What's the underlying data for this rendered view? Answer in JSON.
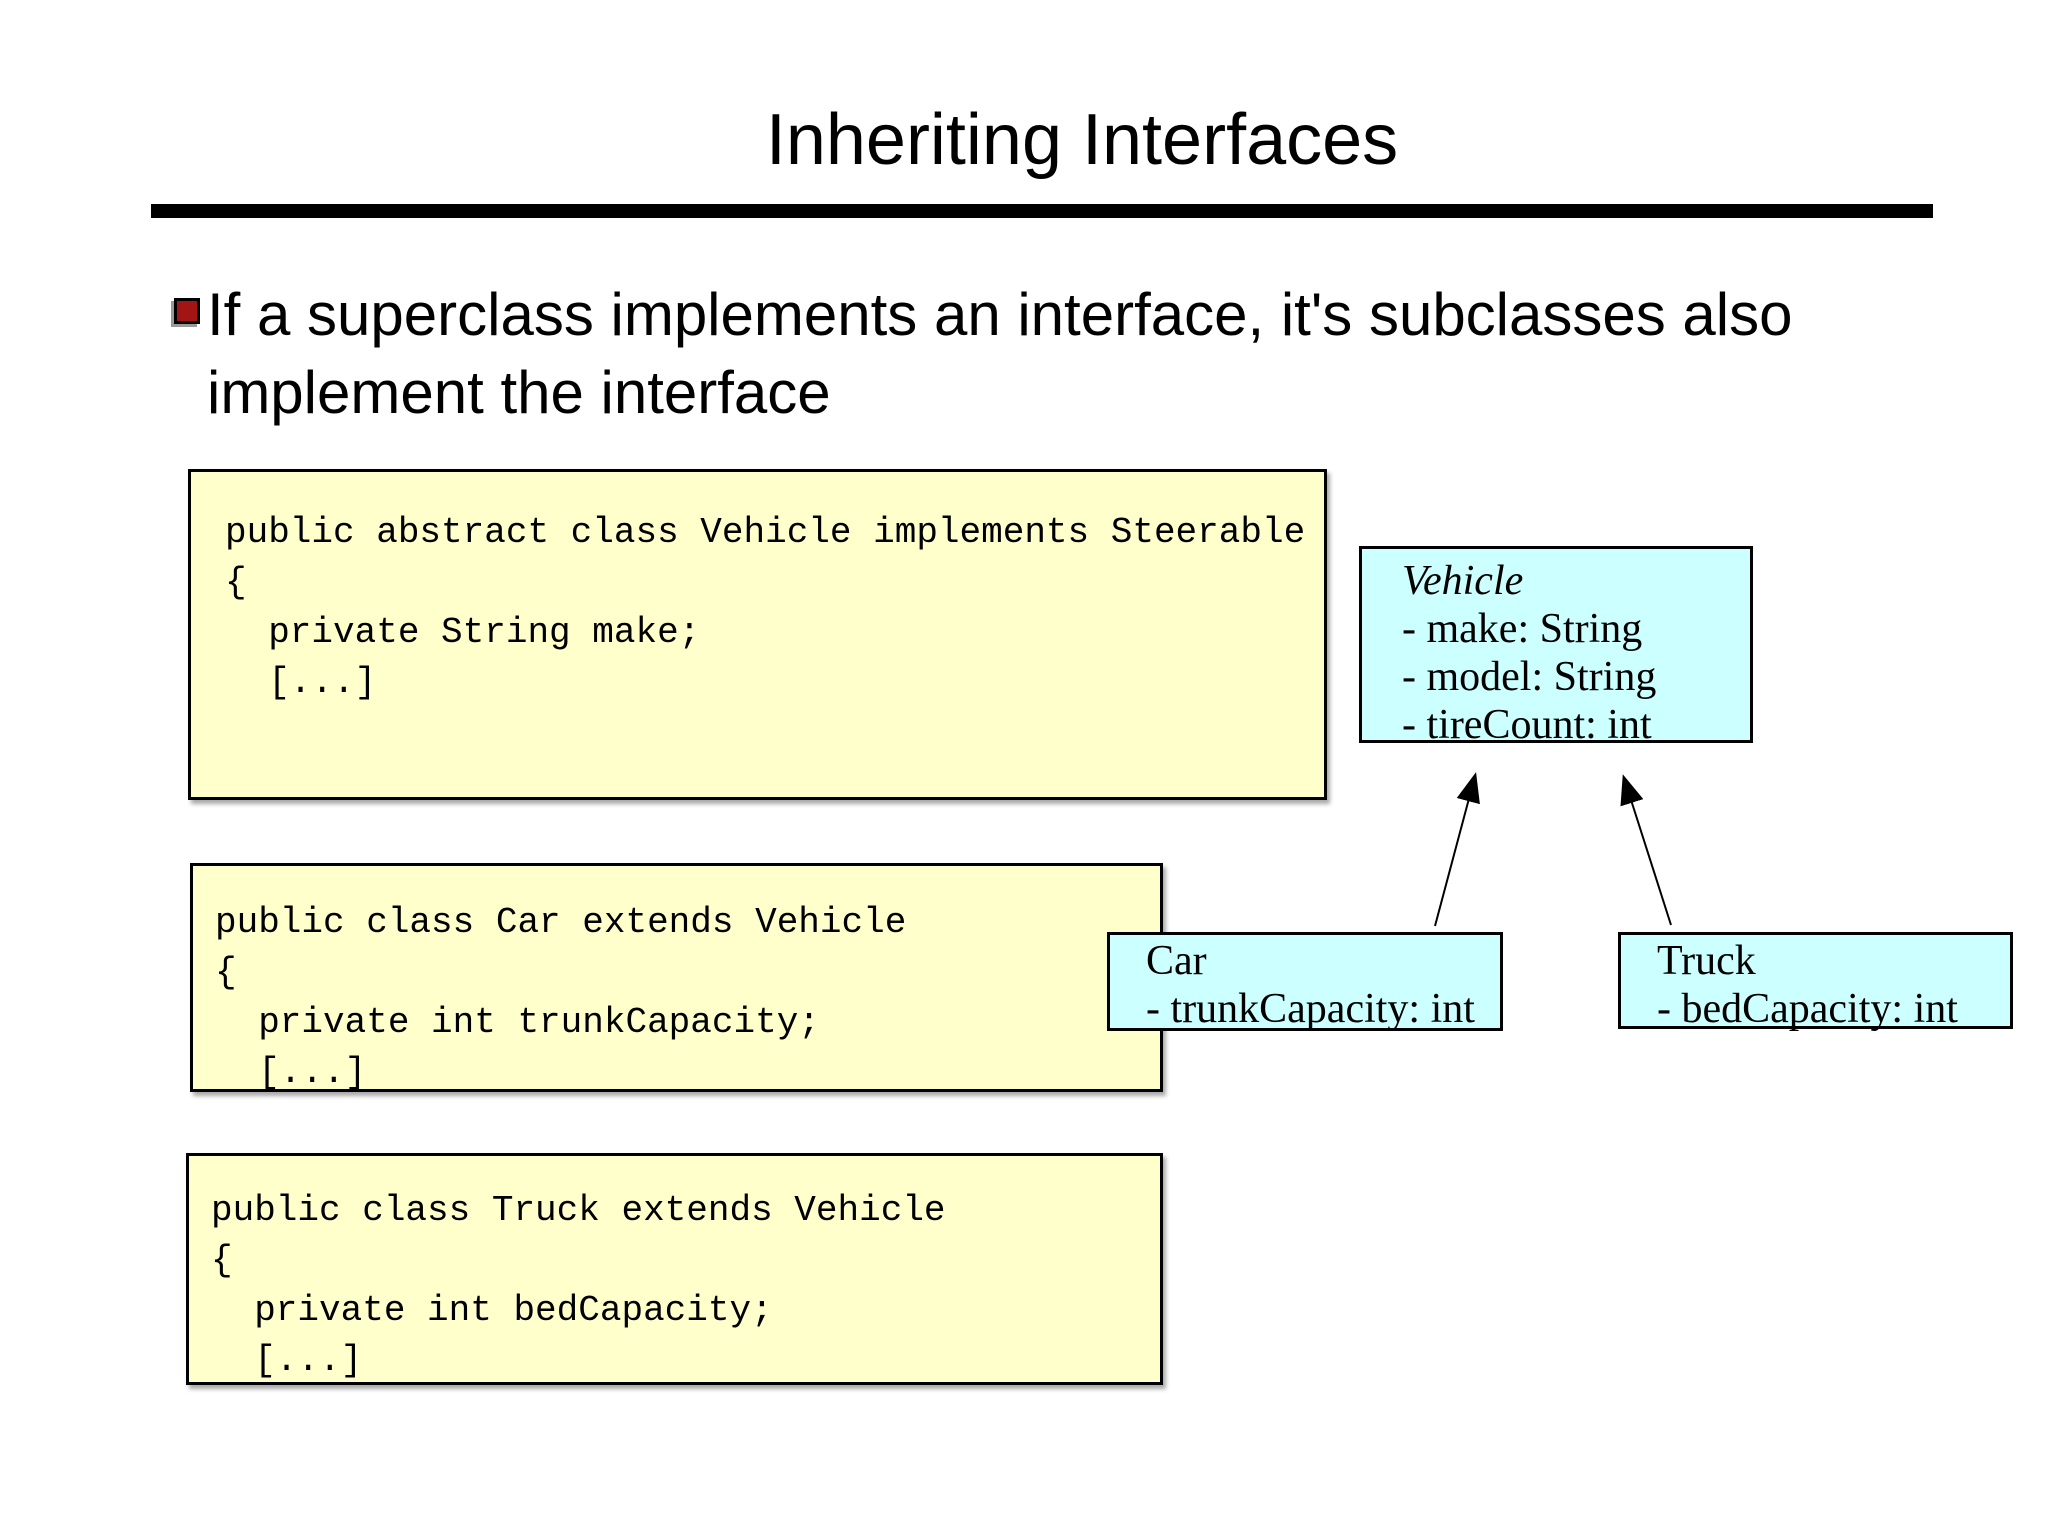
{
  "slide": {
    "title": "Inheriting Interfaces",
    "bullet": {
      "lines": [
        "If a superclass implements an interface, it's subclasses also",
        "implement the interface"
      ]
    },
    "code_boxes": [
      {
        "name": "vehicle-code",
        "lines": [
          "public abstract class Vehicle implements Steerable",
          "{",
          "  private String make;",
          "  [...]"
        ]
      },
      {
        "name": "car-code",
        "lines": [
          "public class Car extends Vehicle",
          "{",
          "  private int trunkCapacity;",
          "  [...]"
        ]
      },
      {
        "name": "truck-code",
        "lines": [
          "public class Truck extends Vehicle",
          "{",
          "  private int bedCapacity;",
          "  [...]"
        ]
      }
    ],
    "uml": {
      "vehicle": {
        "name": "Vehicle",
        "attributes": [
          "- make: String",
          "- model: String",
          "- tireCount: int"
        ]
      },
      "car": {
        "name": "Car",
        "attributes": [
          "- trunkCapacity: int"
        ]
      },
      "truck": {
        "name": "Truck",
        "attributes": [
          "- bedCapacity: int"
        ]
      },
      "relationships": [
        {
          "from": "Car",
          "to": "Vehicle",
          "type": "inheritance"
        },
        {
          "from": "Truck",
          "to": "Vehicle",
          "type": "inheritance"
        }
      ]
    },
    "colors": {
      "code_box_fill": "#ffffcc",
      "uml_box_fill": "#ccffff",
      "border": "#000000",
      "bullet_marker": "#a31515",
      "background": "#ffffff"
    }
  }
}
